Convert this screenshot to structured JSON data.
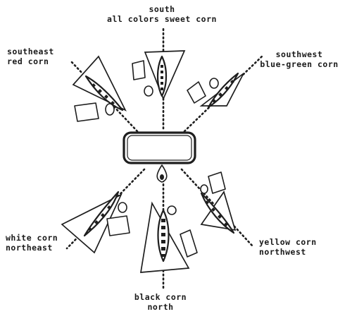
{
  "directions": {
    "south": {
      "lines": [
        "south",
        "all colors sweet corn"
      ]
    },
    "southeast": {
      "lines": [
        "southeast",
        "red corn"
      ]
    },
    "southwest": {
      "lines": [
        "southwest",
        "blue-green corn"
      ]
    },
    "northeast": {
      "lines": [
        "white corn",
        "northeast"
      ]
    },
    "north": {
      "lines": [
        "black corn",
        "north"
      ]
    },
    "northwest": {
      "lines": [
        "yellow corn",
        "northwest"
      ]
    }
  }
}
